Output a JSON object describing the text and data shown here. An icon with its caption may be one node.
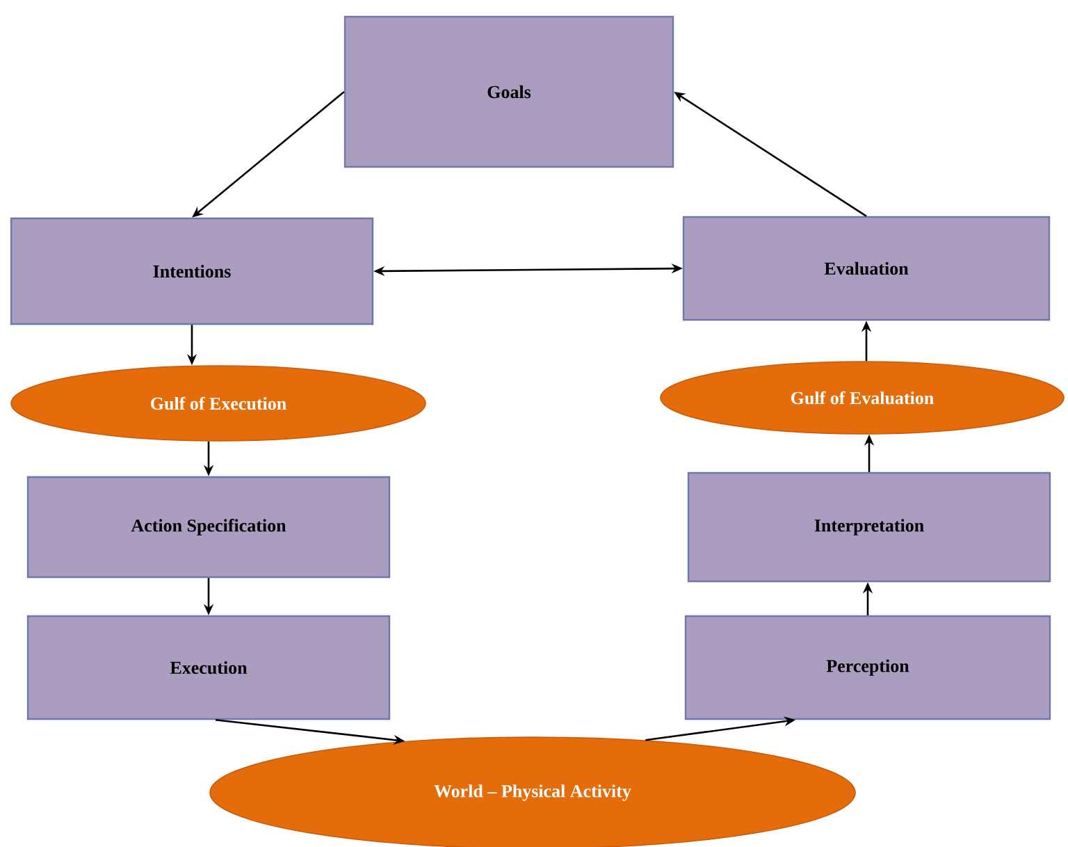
{
  "diagram": {
    "nodes": [
      {
        "text": [
          "Goals"
        ]
      },
      {
        "text": [
          "Intentions"
        ]
      },
      {
        "text": [
          "Evaluation"
        ]
      },
      {
        "text": [
          "Gulf of Execution"
        ]
      },
      {
        "text": [
          "Gulf of Evaluation"
        ]
      },
      {
        "text": [
          "Action Specification"
        ]
      },
      {
        "text": [
          "Interpretation"
        ]
      },
      {
        "text": [
          "Execution"
        ]
      },
      {
        "text": [
          "Perception"
        ]
      },
      {
        "text": [
          "World – Physical Activity"
        ]
      }
    ],
    "edges": [
      {
        "from": 0,
        "to": 1,
        "arrow": "to"
      },
      {
        "from": 2,
        "to": 0,
        "arrow": "to"
      },
      {
        "from": 1,
        "to": 2,
        "arrow": "both"
      },
      {
        "from": 1,
        "to": 3,
        "arrow": "to"
      },
      {
        "from": 3,
        "to": 5,
        "arrow": "to"
      },
      {
        "from": 5,
        "to": 7,
        "arrow": "to"
      },
      {
        "from": 7,
        "to": 9,
        "arrow": "to"
      },
      {
        "from": 9,
        "to": 8,
        "arrow": "to"
      },
      {
        "from": 8,
        "to": 6,
        "arrow": "to"
      },
      {
        "from": 6,
        "to": 4,
        "arrow": "to"
      },
      {
        "from": 4,
        "to": 2,
        "arrow": "to"
      }
    ]
  }
}
